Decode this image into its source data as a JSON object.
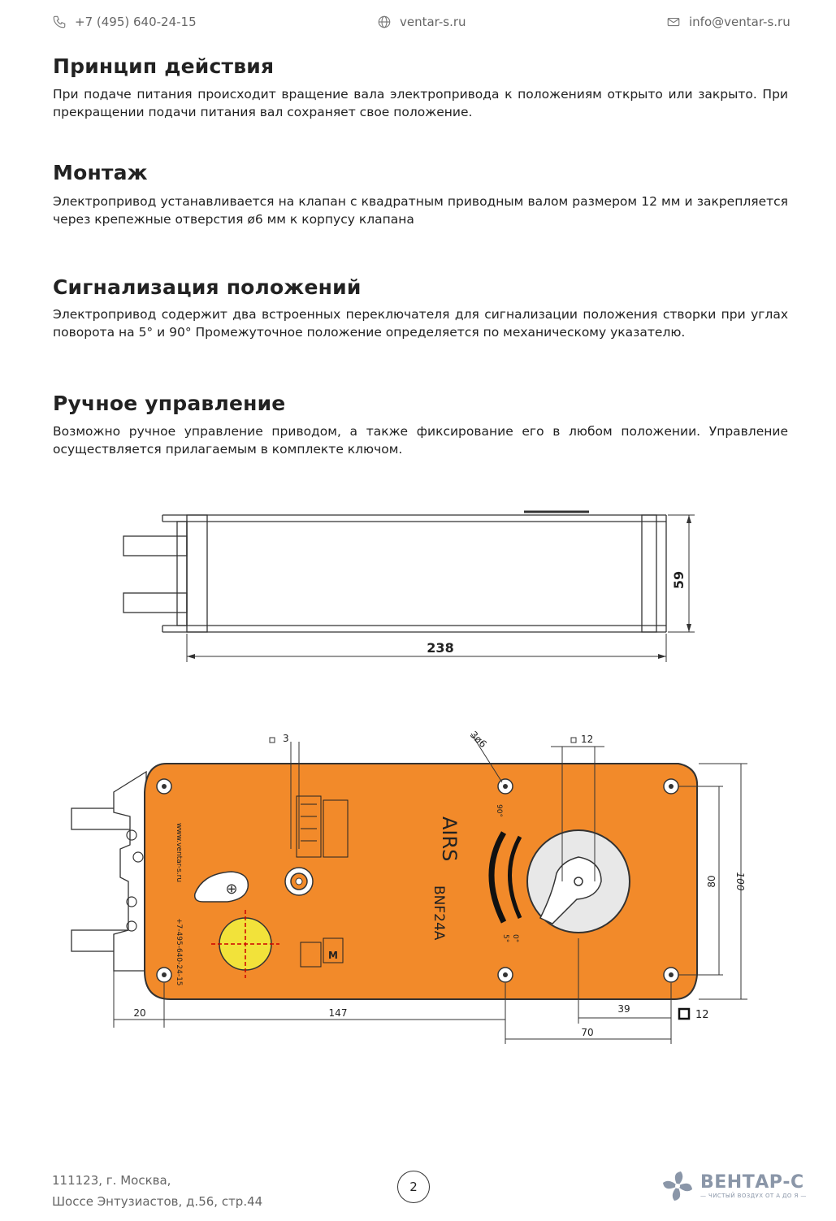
{
  "header": {
    "phone": "+7 (495) 640-24-15",
    "website": "ventar-s.ru",
    "email": "info@ventar-s.ru"
  },
  "sections": [
    {
      "title": "Принцип действия",
      "text": "При подаче питания происходит вращение вала электропривода к положениям открыто или закрыто. При прекращении подачи питания вал сохраняет свое положение."
    },
    {
      "title": "Монтаж",
      "text": "Электропривод устанавливается на клапан с квадратным приводным валом размером 12 мм и закрепляется через крепежные отверстия ø6 мм к корпусу клапана"
    },
    {
      "title": "Сигнализация положений",
      "text": "Электропривод содержит два встроенных переключателя для сигнализации положения створки при углах поворота на 5° и 90° Промежуточное положение определяется по механическому указателю."
    },
    {
      "title": "Ручное управление",
      "text": "Возможно ручное управление приводом, а также фиксирование его в любом положении. Управление осуществляется прилагаемым в комплекте ключом."
    }
  ],
  "drawing_side": {
    "dim_height": "59",
    "dim_length": "238"
  },
  "drawing_top": {
    "model": "BNF24A",
    "brand": "AIRS",
    "website_vertical": "www.ventar-s.ru",
    "phone_vertical": "+7-495-640-24-15",
    "dim_3": "3",
    "dim_holes": "3ø6",
    "dim_12_top": "12",
    "dim_80": "80",
    "dim_100": "100",
    "dim_20": "20",
    "dim_147": "147",
    "dim_39": "39",
    "dim_70": "70",
    "dim_12_side": "12",
    "angle_90": "90°",
    "angle_5": "5°",
    "angle_0": "0°"
  },
  "footer": {
    "address_line1": "111123, г. Москва,",
    "address_line2": "Шоссе Энтузиастов, д.56, стр.44",
    "page_number": "2",
    "logo_name": "ВЕНТАР-С",
    "logo_tagline": "— ЧИСТЫЙ ВОЗДУХ ОТ А ДО Я —"
  },
  "colors": {
    "body_orange": "#f28a2a",
    "knob_yellow": "#f2e23a",
    "text_dark": "#222222",
    "text_gray": "#666666",
    "logo_gray": "#8a96a8"
  }
}
